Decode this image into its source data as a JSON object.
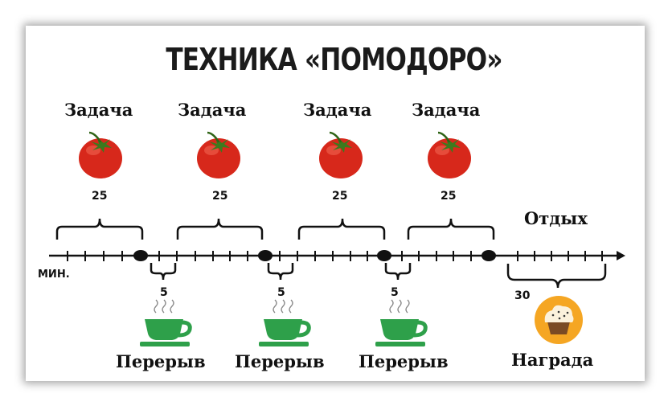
{
  "title": "ТЕХНИКА «ПОМОДОРО»",
  "tasks": [
    {
      "label": "Задача",
      "minutes": "25"
    },
    {
      "label": "Задача",
      "minutes": "25"
    },
    {
      "label": "Задача",
      "minutes": "25"
    },
    {
      "label": "Задача",
      "minutes": "25"
    }
  ],
  "breaks": [
    {
      "label": "Перерыв",
      "minutes": "5"
    },
    {
      "label": "Перерыв",
      "minutes": "5"
    },
    {
      "label": "Перерыв",
      "minutes": "5"
    }
  ],
  "rest": {
    "label": "Отдых",
    "minutes": "30"
  },
  "reward": {
    "label": "Награда"
  },
  "axis_unit": "МИН.",
  "icons": {
    "task": "tomato-icon",
    "break": "coffee-cup-icon",
    "reward": "cupcake-icon"
  },
  "colors": {
    "tomato": "#d7281b",
    "leaf": "#3c7a1e",
    "cup": "#2ea04a",
    "reward_circle": "#f5a623",
    "line": "#111111"
  }
}
